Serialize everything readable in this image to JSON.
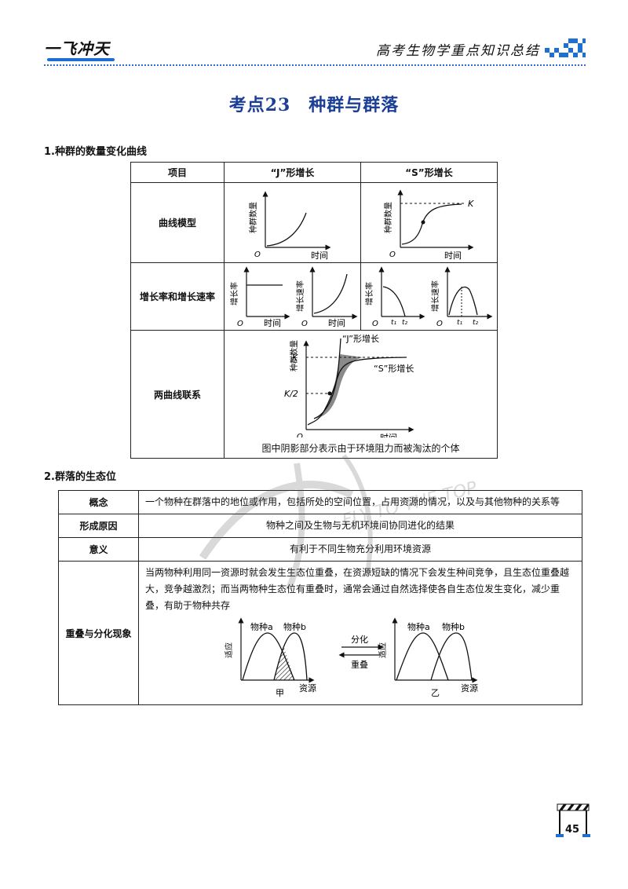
{
  "header": {
    "brand": "一飞冲天",
    "book_title": "高考生物学重点知识总结"
  },
  "title": "考点23　种群与群落",
  "section1": {
    "heading": "1.种群的数量变化曲线",
    "table": {
      "col_item": "项目",
      "col_j": "“J”形增长",
      "col_s": "“S”形增长",
      "row_curve": "曲线模型",
      "row_rate": "增长率和增长速率",
      "row_both": "两曲线联系",
      "axis_count": "种群数量",
      "axis_time": "时间",
      "axis_growth_rate": "增长率",
      "axis_growth_speed": "增长速率",
      "origin": "O",
      "k": "K",
      "k_half": "K/2",
      "t1": "t₁",
      "t2": "t₂",
      "label_j": "“J”形增长",
      "label_s": "“S”形增长",
      "note": "图中阴影部分表示由于环境阻力而被淘汰的个体"
    }
  },
  "section2": {
    "heading": "2.群落的生态位",
    "rows": {
      "concept_label": "概念",
      "concept_text": "一个物种在群落中的地位或作用，包括所处的空间位置，占用资源的情况，以及与其他物种的关系等",
      "origin_label": "形成原因",
      "origin_text": "物种之间及生物与无机环境间协同进化的结果",
      "meaning_label": "意义",
      "meaning_text": "有利于不同生物充分利用环境资源",
      "overlap_label": "重叠与分化现象",
      "overlap_text": "当两物种利用同一资源时就会发生生态位重叠，在资源短缺的情况下会发生种间竞争，且生态位重叠越大，竞争越激烈；而当两物种生态位有重叠时，通常会通过自然选择使各自生态位发生变化，减少重叠，有助于物种共存"
    },
    "figure": {
      "y_label": "适应",
      "x_label": "资源",
      "species_a": "物种a",
      "species_b": "物种b",
      "arrow_top": "分化",
      "arrow_bottom": "重叠",
      "left_caption": "甲",
      "right_caption": "乙"
    }
  },
  "watermark": "FLY TO THE TOP",
  "page_number": "45",
  "colors": {
    "title": "#1b3f96",
    "accent": "#1d6fd0",
    "shade": "#8a8a8a"
  }
}
